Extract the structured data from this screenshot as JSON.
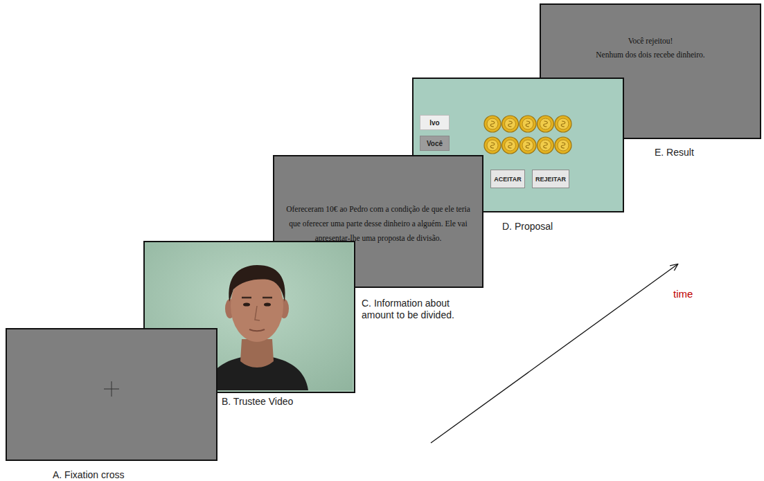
{
  "diagram": {
    "nodes": [
      {
        "text": [
          "A. Fixation cross"
        ]
      },
      {
        "text": [
          "B. Trustee Video"
        ]
      },
      {
        "text": [
          "Ofereceram 10€ ao Pedro com a condição de que ele teria que oferecer uma parte desse dinheiro a alguém. Ele vai apresentar-lhe uma proposta de divisão.",
          "C. Information about amount to be divided."
        ]
      },
      {
        "text": [
          "D. Proposal"
        ]
      },
      {
        "text": [
          "Ivo"
        ],
        "in": 3
      },
      {
        "text": [
          "Você"
        ],
        "in": 3
      },
      {
        "text": [
          "ACEITAR"
        ],
        "in": 3
      },
      {
        "text": [
          "REJEITAR"
        ],
        "in": 3
      },
      {
        "text": [
          "Você rejeitou!",
          "Nenhum dos dois recebe dinheiro.",
          "E. Result"
        ]
      }
    ],
    "labels": [
      "time"
    ]
  }
}
